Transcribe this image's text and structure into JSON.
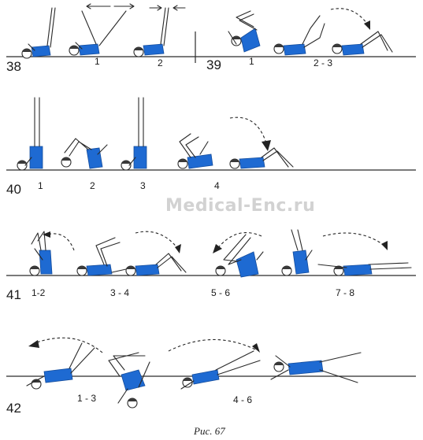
{
  "watermark": "Medical-Enc.ru",
  "caption": "Рис. 67",
  "rows": [
    {
      "exercises": [
        {
          "number": "38",
          "steps": [
            "1",
            "2"
          ]
        },
        {
          "number": "39",
          "steps": [
            "1",
            "2 - 3"
          ]
        }
      ]
    },
    {
      "exercises": [
        {
          "number": "40",
          "steps": [
            "1",
            "2",
            "3",
            "4"
          ]
        }
      ]
    },
    {
      "exercises": [
        {
          "number": "41",
          "steps": [
            "1-2",
            "3 - 4",
            "5 - 6",
            "7 - 8"
          ]
        }
      ]
    },
    {
      "exercises": [
        {
          "number": "42",
          "steps": [
            "1 - 3",
            "4 - 6"
          ]
        }
      ]
    }
  ],
  "colors": {
    "suit": "#1e6ad2",
    "ink": "#2a2a2a",
    "watermark": "#d2d2d2"
  }
}
